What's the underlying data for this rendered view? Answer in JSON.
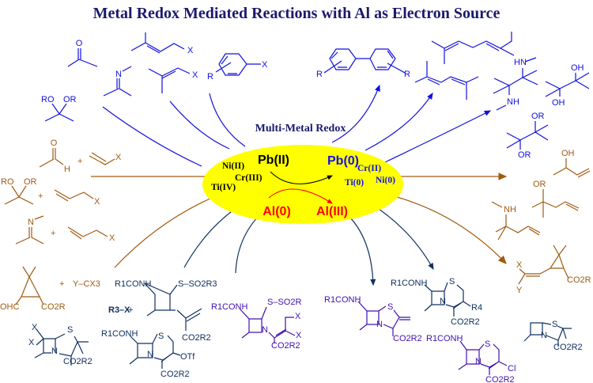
{
  "title": "Metal Redox Mediated Reactions with Al as Electron Source",
  "center": {
    "subtitle": "Multi-Metal Redox",
    "oxidized_metals": [
      "Ni(II)",
      "Cr(III)",
      "Ti(IV)"
    ],
    "reduced_metals": [
      "Cr(II)",
      "Ti(0)",
      "Ni(0)"
    ],
    "lead_oxidized": "Pb(II)",
    "lead_reduced": "Pb(0)",
    "al_start": "Al(0)",
    "al_end": "Al(III)",
    "colors": {
      "ellipse": "#ffff00",
      "oxidized_text": "#000000",
      "reduced_text": "#1010e0",
      "aluminum_text": "#ff0000",
      "title": "#1a1a6e"
    }
  },
  "substrates": {
    "blue": {
      "ketone_O": "O",
      "acetal": [
        "RO",
        "OR"
      ],
      "imine_N": "N",
      "allyl_halide_X": "X",
      "prenyl_halide_X": "X",
      "aryl_halide": [
        "R",
        "X"
      ]
    },
    "brown": {
      "aldehyde": [
        "O",
        "H"
      ],
      "plus": "+",
      "halide_X": "X",
      "acetal": [
        "RO",
        "OR"
      ],
      "cyclopropane": [
        "OHC",
        "CO2R"
      ],
      "reagent": "Y–CX3"
    },
    "navy": {
      "reagent": "R3–X",
      "azetidinone_substituents": [
        "R1CONH",
        "S–SO2R3",
        "CO2R2"
      ],
      "penam_substituents": [
        "X",
        "X",
        "S",
        "N",
        "CO2R2"
      ],
      "cephem_substituents": [
        "R1CONH",
        "S",
        "N",
        "OTf",
        "CO2R2"
      ]
    },
    "purple": {
      "azetidinone_substituents": [
        "R1CONH",
        "S–SO2R",
        "N",
        "X",
        "X",
        "CO2R2"
      ]
    }
  },
  "products": {
    "blue": {
      "biaryl": [
        "R",
        "R"
      ],
      "diene": "",
      "diamine": [
        "HN",
        "NH"
      ],
      "diol": [
        "OH",
        "OH"
      ],
      "diether": [
        "OR",
        "OR"
      ]
    },
    "brown": {
      "homoallyl_alcohol": "OH",
      "homoallyl_ether": "OR",
      "homoallyl_amine": "NH",
      "vinylcyclopropane": [
        "X",
        "Y",
        "CO2R"
      ]
    },
    "navy": {
      "cephem_R4": [
        "R1CONH",
        "S",
        "N",
        "R4",
        "CO2R2"
      ],
      "penam": [
        "S",
        "N",
        "CO2R2"
      ]
    },
    "purple": {
      "exo_methylene_penam": [
        "R1CONH",
        "S",
        "N",
        "CO2R2"
      ],
      "chloro_cephem": [
        "R1CONH",
        "S",
        "N",
        "Cl",
        "CO2R2"
      ]
    }
  }
}
